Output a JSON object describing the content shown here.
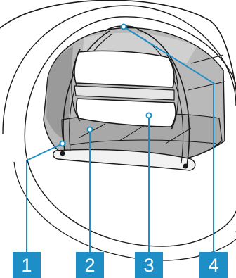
{
  "callouts": [
    {
      "number": "1",
      "color": "#1e8fc6"
    },
    {
      "number": "2",
      "color": "#1e8fc6"
    },
    {
      "number": "3",
      "color": "#1e8fc6"
    },
    {
      "number": "4",
      "color": "#1e8fc6"
    }
  ],
  "colors": {
    "outline": "#1a1a1a",
    "cavity_dark": "#9a9a9a",
    "cavity_mid": "#b9b9b9",
    "cavity_light": "#d8d8d8",
    "leader_line": "#1e8fc6"
  }
}
